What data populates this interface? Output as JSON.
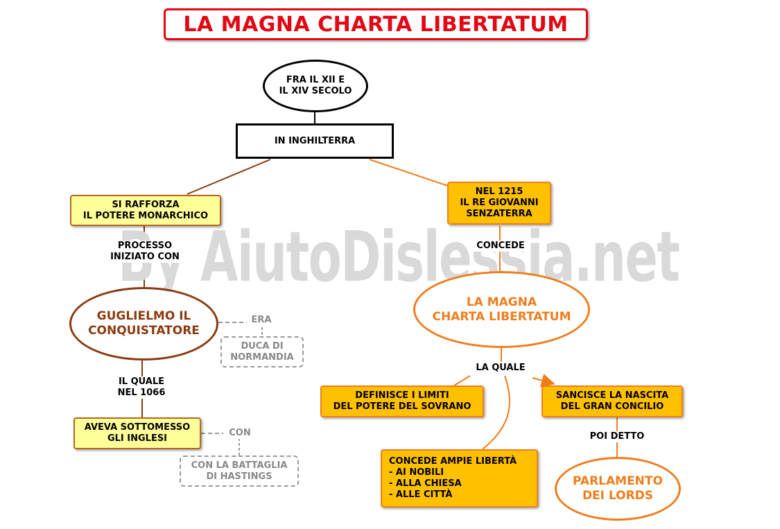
{
  "title": "LA MAGNA CHARTA LIBERTATUM",
  "watermark": "By AiutoDislessia.net",
  "nodes": {
    "period": "FRA IL XII E\nIL XIV SECOLO",
    "place": "IN INGHILTERRA",
    "monarchy": "SI RAFFORZA\nIL POTERE MONARCHICO",
    "king": "NEL 1215\nIL RE GIOVANNI\nSENZATERRA",
    "william": "GUGLIELMO IL\nCONQUISTATORE",
    "duke": "DUCA DI\nNORMANDIA",
    "charter": "LA MAGNA\nCHARTA LIBERTATUM",
    "subdued": "AVEVA SOTTOMESSO\nGLI INGLESI",
    "hastings": "CON LA BATTAGLIA\nDI HASTINGS",
    "limits": "DEFINISCE I LIMITI\nDEL POTERE DEL SOVRANO",
    "council": "SANCISCE LA NASCITA\nDEL GRAN CONCILIO",
    "freedoms": "CONCEDE AMPIE LIBERTÀ\n- AI NOBILI\n- ALLA CHIESA\n- ALLE CITTÀ",
    "parliament": "PARLAMENTO\nDEI LORDS"
  },
  "links": {
    "process": "PROCESSO\nINIZIATO CON",
    "concede": "CONCEDE",
    "era": "ERA",
    "quale_1066": "IL QUALE\nNEL 1066",
    "la_quale": "LA QUALE",
    "con": "CON",
    "poi_detto": "POI DETTO"
  },
  "colors": {
    "title_red": "#e30613",
    "brown": "#8b3a0f",
    "orange": "#f07d1b",
    "yellow_fill": "#ffff99",
    "orange_fill": "#ffc000",
    "dashed_gray": "#999999"
  }
}
